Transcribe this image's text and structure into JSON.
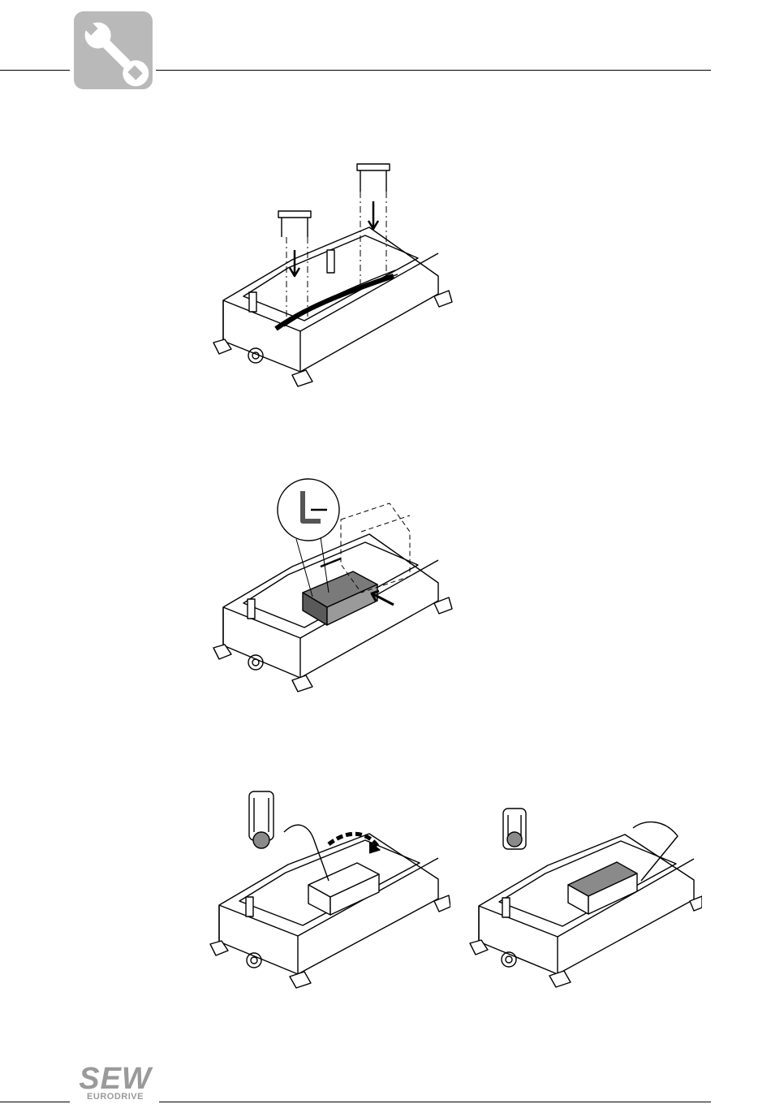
{
  "header": {
    "icon": "wrench-icon",
    "icon_color": "#ffffff",
    "tile_color": "#b9b9b9"
  },
  "figures": [
    {
      "id": "fig1",
      "description_icon": "terminal-box-cable-clamp-illustration"
    },
    {
      "id": "fig2",
      "description_icon": "terminal-box-terminal-block-illustration"
    },
    {
      "id": "fig3a",
      "description_icon": "terminal-box-screwdriver-open-illustration"
    },
    {
      "id": "fig3b",
      "description_icon": "terminal-box-screwdriver-closed-illustration"
    }
  ],
  "footer": {
    "logo_main": "SEW",
    "logo_sub": "EURODRIVE",
    "logo_color": "#9a9a9a"
  }
}
